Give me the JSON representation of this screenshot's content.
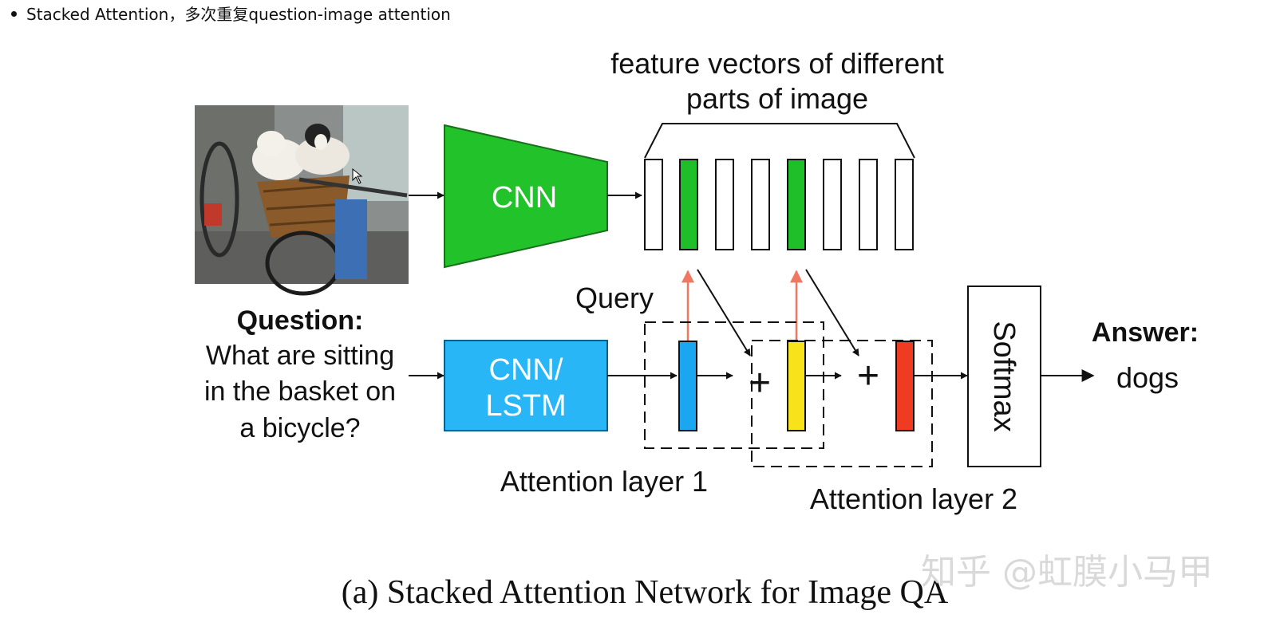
{
  "bullet": {
    "text": "Stacked Attention，多次重复question-image attention"
  },
  "diagram": {
    "feature_label": [
      "feature vectors of different",
      "parts of image"
    ],
    "cnn_label": "CNN",
    "lstm_label": [
      "CNN/",
      "LSTM"
    ],
    "query_label": "Query",
    "question_title": "Question:",
    "question_lines": [
      "What are sitting",
      "in the basket on",
      "a bicycle?"
    ],
    "softmax_label": "Softmax",
    "answer_title": "Answer:",
    "answer_value": "dogs",
    "attention_layer_1": "Attention layer 1",
    "attention_layer_2": "Attention layer 2",
    "plus_1": "+",
    "plus_2": "+",
    "caption": "(a) Stacked Attention Network for Image QA",
    "watermark": "知乎 @虹膜小马甲",
    "photo_icon": "dogs-in-bicycle-basket-photo"
  },
  "colors": {
    "cnn_green": "#22c22a",
    "lstm_blue": "#29b6f6",
    "highlight_green": "#1fbf2a",
    "vector_blue": "#1aa7f0",
    "vector_yellow": "#f7e21b",
    "vector_red": "#ee3b22",
    "query_arrow": "#f07860"
  }
}
